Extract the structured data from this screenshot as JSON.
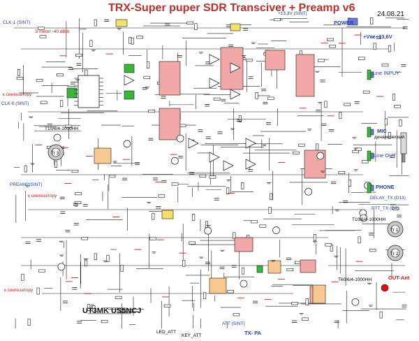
{
  "title": "TRX-Super puper SDR Transciver + Preamp v6",
  "date": "24.08.21",
  "authors": "UT3MK  US5NCJ",
  "power_label": "POWER",
  "supply_label": "+Vcc+13,6V",
  "rail_label": "+13,3V (SINT)",
  "connectors": {
    "clk1": "CLK-1 (SINT)",
    "clk0": "CLK-0 (SINT)",
    "smeter": "S meter -40 dBm",
    "to_synth_1": "к синтезатору",
    "to_synth_2": "к синтезатору",
    "to_synth_3": "к синтезатору",
    "line_input": "Line INPUY",
    "mic": "MIC",
    "mic_note": "динамический",
    "line_out": "Line OUT",
    "phone": "PHONE",
    "delay_tx": "DELAY_TX (D13)",
    "ptt_tx": "PTT_TX (D4)",
    "preamp": "PREAMP(SINT)",
    "att": "ATT (SINT)",
    "led_att": "LED_ATT",
    "key_att": "KEY_ATT",
    "tx_pa": "TX- PA",
    "out_ant": "OUT-Ant"
  },
  "transformers": {
    "tr1": "Tr 1",
    "tr2": "Tr 2",
    "tr3": "Tr 3",
    "t1": "T10/6/4-1000НН",
    "t2": "T10/6/4-1000НН",
    "t3": "T60/6/4-1000НН"
  },
  "colors": {
    "wire": "#1a1a1a",
    "ic_fill": "#f2a7a7",
    "relay_fill": "#f6c88f",
    "cap_fill": "#f1e36a",
    "trans_ring": "#c9c9c9",
    "green_part": "#38b838",
    "led_red": "#e01010",
    "plug": "#6a78d8",
    "title": "#c0302a"
  }
}
